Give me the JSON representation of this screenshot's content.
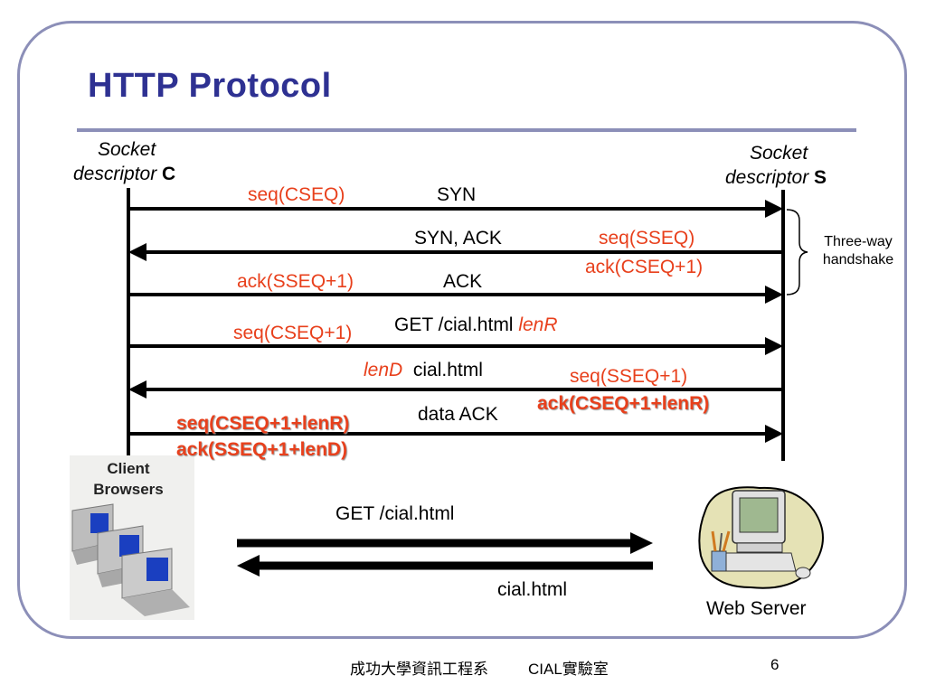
{
  "slide": {
    "title": "HTTP Protocol",
    "page_number": "6",
    "footer_left": "成功大學資訊工程系",
    "footer_right": "CIAL實驗室"
  },
  "endpoints": {
    "client": {
      "label_italic_1": "Socket",
      "label_italic_2": "descriptor",
      "label_bold": "C"
    },
    "server": {
      "label_italic_1": "Socket",
      "label_italic_2": "descriptor",
      "label_bold": "S"
    }
  },
  "messages": [
    {
      "name": "SYN",
      "direction": "client-to-server",
      "left_annotation": "seq(CSEQ)"
    },
    {
      "name": "SYN, ACK",
      "direction": "server-to-client",
      "right_annotation_1": "seq(SSEQ)",
      "right_annotation_2": "ack(CSEQ+1)"
    },
    {
      "name": "ACK",
      "direction": "client-to-server",
      "left_annotation": "ack(SSEQ+1)"
    },
    {
      "name": "GET /cial.html",
      "suffix": "lenR",
      "direction": "client-to-server",
      "left_annotation": "seq(CSEQ+1)"
    },
    {
      "name": "cial.html",
      "prefix": "lenD",
      "direction": "server-to-client",
      "right_annotation_1": "seq(SSEQ+1)",
      "right_annotation_2": "ack(CSEQ+1+lenR)"
    },
    {
      "name": "data ACK",
      "direction": "client-to-server",
      "left_annotation_1": "seq(CSEQ+1+lenR)",
      "left_annotation_2": "ack(SSEQ+1+lenD)"
    }
  ],
  "handshake": {
    "line1": "Three-way",
    "line2": "handshake"
  },
  "bottom": {
    "client_label_1": "Client",
    "client_label_2": "Browsers",
    "request": "GET /cial.html",
    "response": "cial.html",
    "server_label": "Web Server"
  },
  "colors": {
    "title": "#2e3192",
    "accent_red": "#e8401c",
    "frame": "#8c8fb8"
  }
}
